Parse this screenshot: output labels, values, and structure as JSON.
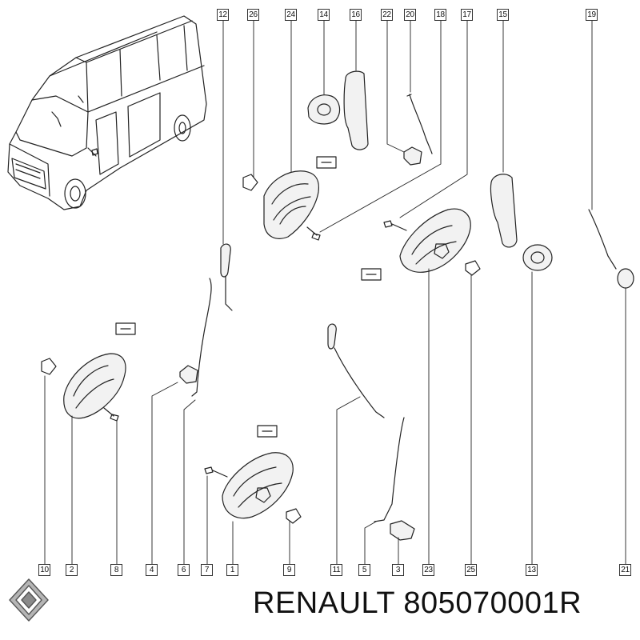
{
  "top_callouts": [
    "12",
    "26",
    "24",
    "14",
    "16",
    "22",
    "20",
    "18",
    "17",
    "15",
    "19"
  ],
  "bottom_callouts": [
    "10",
    "2",
    "8",
    "4",
    "6",
    "7",
    "1",
    "9",
    "11",
    "5",
    "3",
    "23",
    "25",
    "13",
    "21"
  ],
  "brand": {
    "text": "RENAULT 805070001R",
    "logo": "renault-diamond-logo"
  },
  "colors": {
    "line": "#222222",
    "part_fill": "#f2f2f2"
  }
}
